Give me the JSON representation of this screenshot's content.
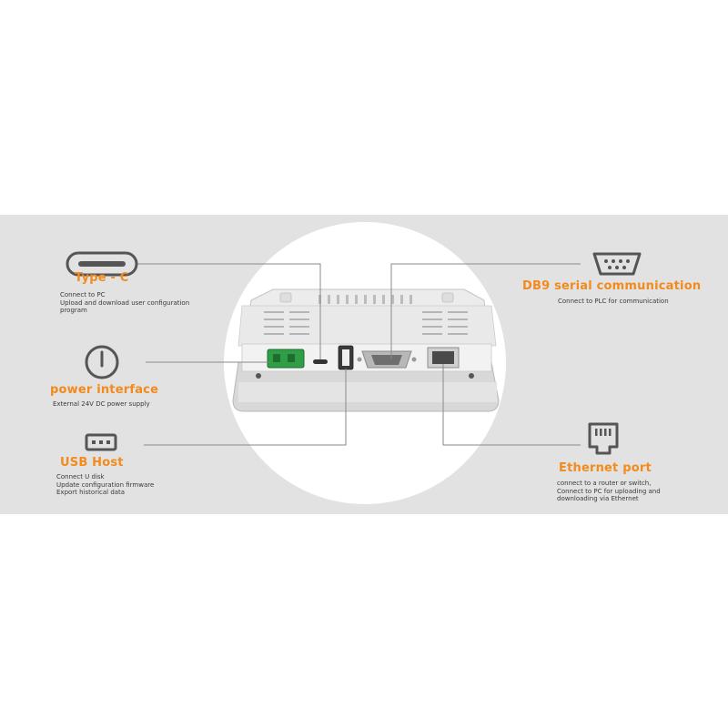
{
  "callouts": {
    "typec": {
      "icon": "usb-c-icon",
      "title": "Type - C",
      "desc": [
        "Connect to PC",
        "Upload and download user configuration",
        "program"
      ]
    },
    "power": {
      "icon": "power-icon",
      "title": "power interface",
      "desc": [
        "External 24V DC power supply"
      ]
    },
    "usb": {
      "icon": "usb-a-icon",
      "title": "USB Host",
      "desc": [
        "Connect U disk",
        "Update configuration firmware",
        "Export historical data"
      ]
    },
    "db9": {
      "icon": "db9-icon",
      "title": "DB9 serial communication",
      "desc": [
        "Connect to PLC for communication"
      ]
    },
    "ethernet": {
      "icon": "ethernet-icon",
      "title": "Ethernet port",
      "desc": [
        "connect to a router or switch,",
        "Connect to PC for uploading and",
        "downloading via Ethernet"
      ]
    }
  },
  "colors": {
    "accent": "#f28a1c",
    "band": "#e2e2e2",
    "icon": "#555555",
    "terminal": "#2f9e47"
  }
}
